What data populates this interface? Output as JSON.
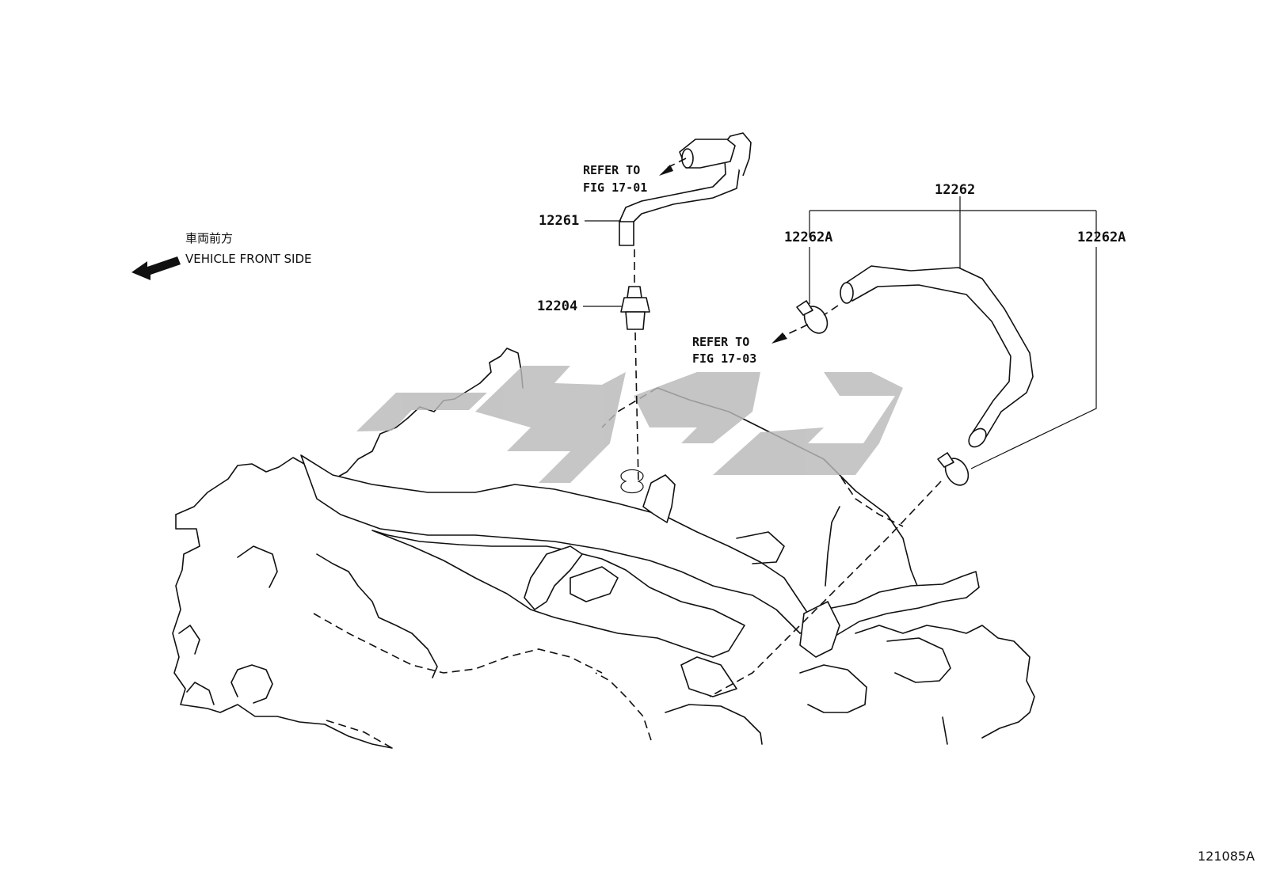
{
  "front_label": {
    "jp": "車両前方",
    "en": "VEHICLE FRONT SIDE"
  },
  "callouts": {
    "part_12261": "12261",
    "part_12204": "12204",
    "part_12262": "12262",
    "part_12262A_left": "12262A",
    "part_12262A_right": "12262A"
  },
  "refs": {
    "ref1_line1": "REFER TO",
    "ref1_line2": "FIG 17-01",
    "ref2_line1": "REFER TO",
    "ref2_line2": "FIG 17-03"
  },
  "figure_id": "121085A",
  "watermark_color": "#b9b9b9"
}
